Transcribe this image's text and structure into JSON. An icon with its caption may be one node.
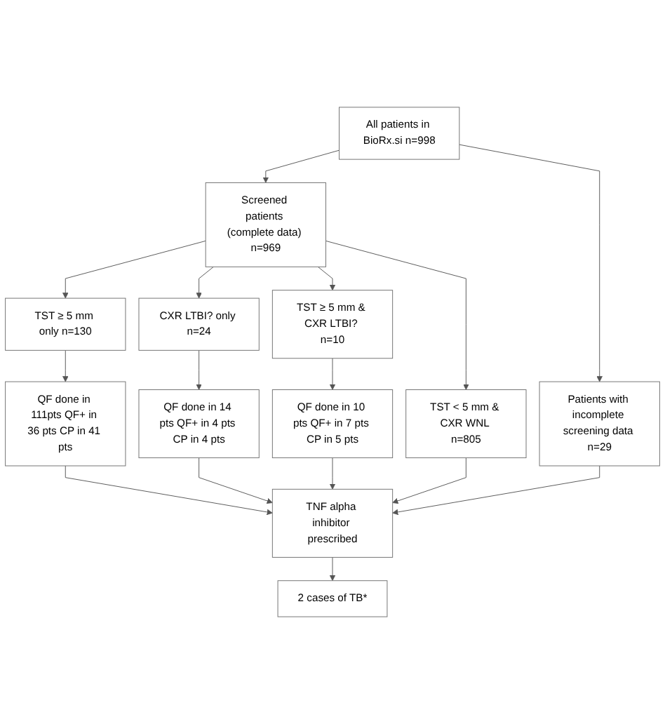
{
  "diagram": {
    "nodes": [
      {
        "text": [
          "All patients in BioRx.si n=998"
        ]
      },
      {
        "text": [
          "Screened patients (complete data) n=969"
        ]
      },
      {
        "text": [
          "Patients with incomplete screening data n=29"
        ]
      },
      {
        "text": [
          "TST ≥ 5 mm only n=130"
        ]
      },
      {
        "text": [
          "CXR LTBI? only n=24"
        ]
      },
      {
        "text": [
          "TST ≥ 5 mm & CXR LTBI? n=10"
        ]
      },
      {
        "text": [
          "TST < 5 mm & CXR WNL n=805"
        ]
      },
      {
        "text": [
          "QF done in 111pts QF+ in 36 pts CP in 41 pts"
        ]
      },
      {
        "text": [
          "QF done in 14 pts QF+ in 4 pts CP in 4 pts"
        ]
      },
      {
        "text": [
          "QF done in 10 pts QF+ in 7 pts CP in 5 pts"
        ]
      },
      {
        "text": [
          "TNF alpha inhibitor prescribed"
        ]
      },
      {
        "text": [
          "2 cases of TB*"
        ]
      }
    ],
    "edges": [
      {
        "from": 0,
        "to": 1,
        "arrow": "to"
      },
      {
        "from": 0,
        "to": 2,
        "arrow": "to"
      },
      {
        "from": 1,
        "to": 3,
        "arrow": "to"
      },
      {
        "from": 1,
        "to": 4,
        "arrow": "to"
      },
      {
        "from": 1,
        "to": 5,
        "arrow": "to"
      },
      {
        "from": 1,
        "to": 6,
        "arrow": "to"
      },
      {
        "from": 3,
        "to": 7,
        "arrow": "to"
      },
      {
        "from": 4,
        "to": 8,
        "arrow": "to"
      },
      {
        "from": 5,
        "to": 9,
        "arrow": "to"
      },
      {
        "from": 7,
        "to": 10,
        "arrow": "to"
      },
      {
        "from": 8,
        "to": 10,
        "arrow": "to"
      },
      {
        "from": 9,
        "to": 10,
        "arrow": "to"
      },
      {
        "from": 6,
        "to": 10,
        "arrow": "to"
      },
      {
        "from": 2,
        "to": 10,
        "arrow": "to"
      },
      {
        "from": 10,
        "to": 11,
        "arrow": "to"
      }
    ]
  }
}
